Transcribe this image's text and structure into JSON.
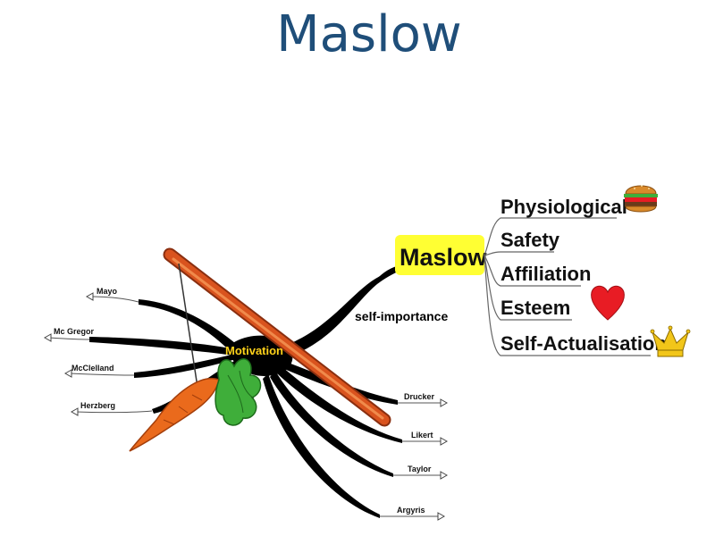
{
  "title": "Maslow",
  "center": {
    "label": "Motivation"
  },
  "hub": {
    "label": "Maslow"
  },
  "note": "self-importance",
  "left_branches": [
    "Mayo",
    "Mc Gregor",
    "McClelland",
    "Herzberg"
  ],
  "right_branches": [
    "Drucker",
    "Likert",
    "Taylor",
    "Argyris"
  ],
  "maslow_levels": [
    {
      "label": "Physiological",
      "icon": "burger-icon"
    },
    {
      "label": "Safety",
      "icon": ""
    },
    {
      "label": "Affiliation",
      "icon": ""
    },
    {
      "label": "Esteem",
      "icon": "heart-icon"
    },
    {
      "label": "Self-Actualisation",
      "icon": "crown-icon"
    }
  ],
  "colors": {
    "title": "#1f4e79",
    "hub_highlight": "#ffff33",
    "center_text": "#ffd21a",
    "stick": "#d9531e",
    "carrot": "#ea6a1c",
    "leaves": "#3fae3a",
    "heart": "#e81c24",
    "crown": "#f2c619"
  }
}
